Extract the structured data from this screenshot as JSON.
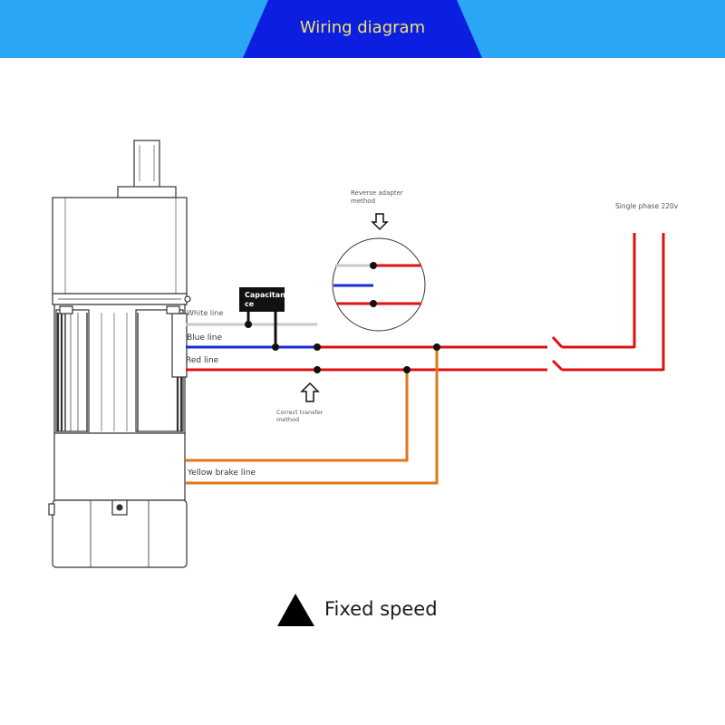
{
  "header": {
    "title": "Wiring diagram",
    "band_color": "#2aa6f5",
    "tab_color": "#0c1fe0",
    "title_color": "#f2e36b"
  },
  "diagram": {
    "capacitor_label": "Capacitan\nce",
    "wires": {
      "white": "White line",
      "blue": "Blue line",
      "red": "Red line",
      "yellow_brake": "Yellow brake line"
    },
    "reverse_method": "Reverse adapter\nmethod",
    "correct_method": "Correct transfer\nmethod",
    "power_supply": "Single phase 220v",
    "colors": {
      "white_wire": "#c8c8c8",
      "blue_wire": "#1a2bd6",
      "red_wire": "#e01010",
      "brake_wire": "#e07818"
    }
  },
  "footer": {
    "caption": "Fixed speed",
    "icon": "triangle-up-icon"
  }
}
